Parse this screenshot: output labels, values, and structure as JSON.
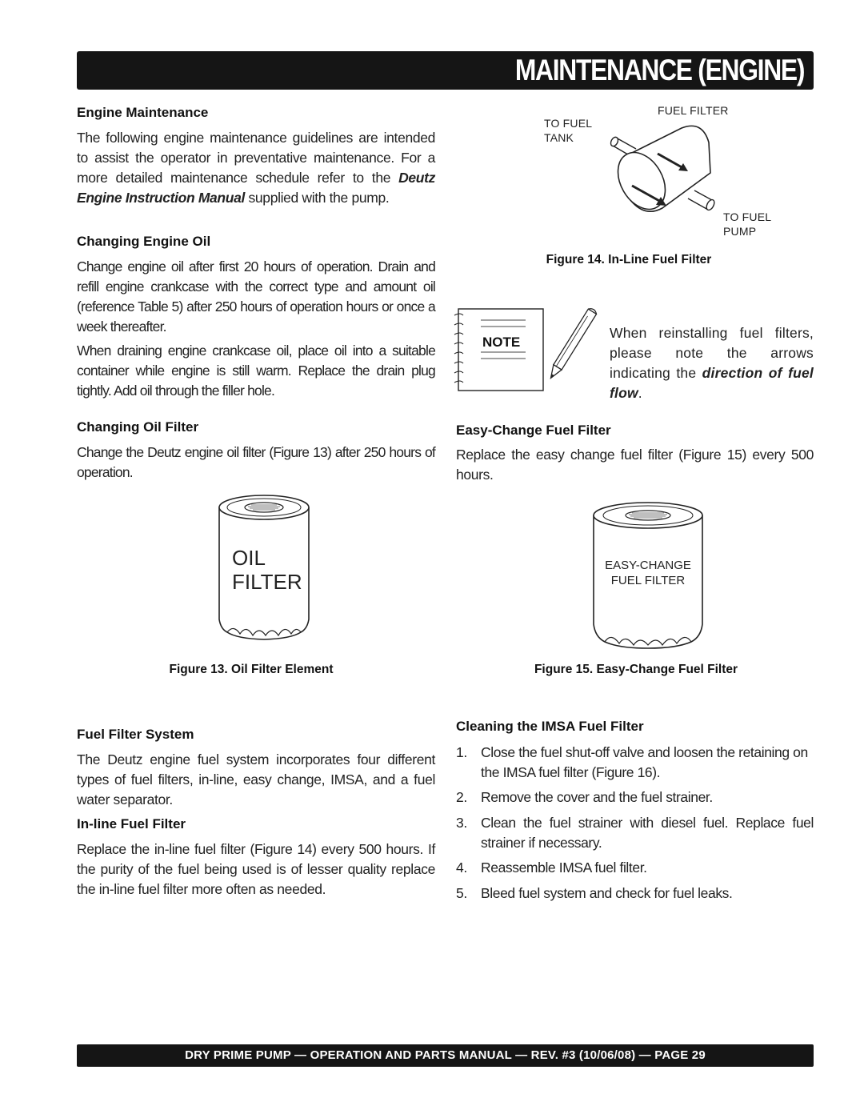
{
  "header": {
    "title": "MAINTENANCE (ENGINE)"
  },
  "footer": {
    "text": "DRY PRIME PUMP — OPERATION AND PARTS  MANUAL — REV.  #3  (10/06/08) — PAGE 29"
  },
  "left": {
    "engine_maintenance": {
      "heading": "Engine Maintenance",
      "text_1": "The following engine maintenance guidelines are intended to assist the operator in preventative maintenance. For a more detailed maintenance schedule refer to the ",
      "emphasis": "Deutz Engine Instruction Manual",
      "text_2": " supplied with the pump."
    },
    "changing_engine_oil": {
      "heading": "Changing Engine Oil",
      "para_1": "Change engine oil after first 20 hours of operation. Drain and refill engine crankcase with the correct type and amount oil (reference Table 5) after 250 hours of operation hours or once a week thereafter.",
      "para_2": "When draining engine crankcase oil, place oil into a suitable container while engine is still warm. Replace the drain plug tightly. Add oil through the filler hole."
    },
    "changing_oil_filter": {
      "heading": "Changing Oil Filter",
      "text": "Change the Deutz engine oil filter (Figure 13) after 250 hours of operation."
    },
    "figure_13": {
      "label_line_1": "OIL",
      "label_line_2": "FILTER",
      "caption": "Figure 13. Oil Filter Element"
    },
    "fuel_filter_system": {
      "heading": "Fuel Filter System",
      "text": "The Deutz engine fuel system incorporates four different types of fuel filters, in-line, easy change, IMSA, and a fuel water separator."
    },
    "inline_fuel_filter": {
      "heading": "In-line Fuel Filter",
      "text": "Replace the in-line fuel filter (Figure 14) every 500 hours. If the purity of the fuel being used is of lesser quality replace the in-line fuel filter more often as needed."
    }
  },
  "right": {
    "figure_14": {
      "label_fuel_filter": "FUEL FILTER",
      "label_to_tank_1": "TO FUEL",
      "label_to_tank_2": "TANK",
      "label_to_pump_1": "TO FUEL",
      "label_to_pump_2": "PUMP",
      "caption": "Figure 14. In-Line Fuel Filter"
    },
    "note": {
      "badge": "NOTE",
      "text_1": "When reinstalling fuel filters, please note the arrows indicating the ",
      "emphasis": "direction of fuel flow",
      "text_2": "."
    },
    "easy_change": {
      "heading": "Easy-Change Fuel Filter",
      "text": "Replace the easy change fuel filter (Figure 15) every 500 hours."
    },
    "figure_15": {
      "label_line_1": "EASY-CHANGE",
      "label_line_2": "FUEL FILTER",
      "caption": "Figure 15. Easy-Change Fuel Filter"
    },
    "cleaning_imsa": {
      "heading": "Cleaning the IMSA Fuel Filter",
      "steps": [
        {
          "num": "1.",
          "text": "Close the fuel shut-off valve and loosen the retaining on the IMSA fuel filter (Figure 16)."
        },
        {
          "num": "2.",
          "text": "Remove the cover and the fuel strainer."
        },
        {
          "num": "3.",
          "text": "Clean the fuel strainer with diesel fuel. Replace fuel strainer if necessary."
        },
        {
          "num": "4.",
          "text": "Reassemble IMSA fuel filter."
        },
        {
          "num": "5.",
          "text": "Bleed fuel system and check for fuel leaks."
        }
      ]
    }
  },
  "icons": [
    "pencil-icon",
    "notepad-icon",
    "flow-arrow-icon"
  ],
  "colors": {
    "bar": "#151515",
    "bar_text": "#ffffff",
    "text": "#222222"
  }
}
